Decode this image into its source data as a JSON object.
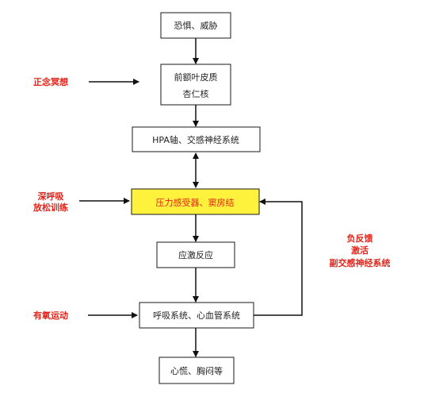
{
  "colors": {
    "box_border": "#1a1a1a",
    "box_fill": "#ffffff",
    "highlight_fill": "#fff23d",
    "highlight_text": "#e1251b",
    "label_red": "#e1251b",
    "arrow": "#111111"
  },
  "nodes": {
    "fear": "恐惧、威胁",
    "prefrontal_line1": "前额叶皮质",
    "prefrontal_line2": "杏仁核",
    "hpa": "HPA轴、交感神经系统",
    "baroreceptor": "压力感受器、窦房结",
    "stress_response": "应激反应",
    "resp_cardio": "呼吸系统、心血管系统",
    "symptoms": "心慌、胸闷等"
  },
  "side_labels": {
    "mindfulness": "正念冥想",
    "deep_breath_line1": "深呼吸",
    "deep_breath_line2": "放松训练",
    "aerobic": "有氧运动"
  },
  "feedback_label": {
    "line1": "负反馈",
    "line2": "激活",
    "line3": "副交感神经系统"
  }
}
